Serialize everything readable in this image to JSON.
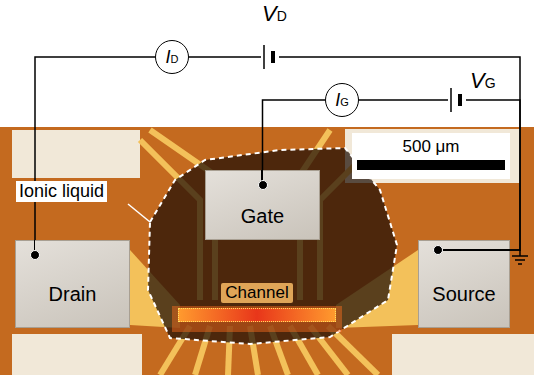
{
  "diagram": {
    "nodes": [
      {
        "text": [
          "ID"
        ]
      },
      {
        "text": [
          "IG"
        ]
      },
      {
        "text": [
          "500 μm"
        ]
      },
      {
        "text": [
          "Gate"
        ]
      },
      {
        "text": [
          "Drain"
        ]
      },
      {
        "text": [
          "Channel"
        ]
      },
      {
        "text": [
          "Source"
        ]
      }
    ],
    "edges": [
      {
        "from": 0,
        "to": 4,
        "arrow": "none"
      },
      {
        "from": 0,
        "to": 6,
        "arrow": "none"
      },
      {
        "from": 1,
        "to": 3,
        "arrow": "none"
      },
      {
        "from": 1,
        "to": 6,
        "arrow": "none"
      }
    ],
    "labels": [
      "VD",
      "VG",
      "Ionic liquid"
    ]
  }
}
